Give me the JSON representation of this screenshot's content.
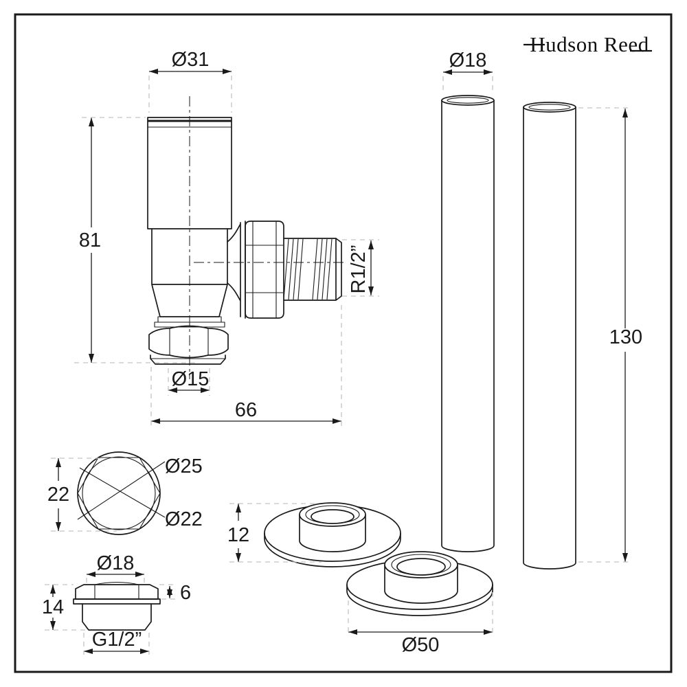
{
  "sheet": {
    "brand_logo": "Hudson Reed",
    "valve_front_view": {
      "head_diameter": "Ø31",
      "overall_height": "81",
      "compression_diameter": "Ø15",
      "overall_width": "66",
      "side_thread": "R1/2”"
    },
    "pipes": {
      "diameter": "Ø18",
      "length": "130"
    },
    "nut_top_view": {
      "across": "22",
      "outer_diameter": "Ø25",
      "inner_diameter": "Ø22"
    },
    "plug_side_view": {
      "hex_diameter": "Ø18",
      "hex_height": "6",
      "overall_height": "14",
      "thread": "G1/2”"
    },
    "escutcheons": {
      "height": "12",
      "base_diameter": "Ø50"
    }
  },
  "colors": {
    "line": "#1a1a1a",
    "construction": "#c3c3c3",
    "background": "#ffffff"
  }
}
